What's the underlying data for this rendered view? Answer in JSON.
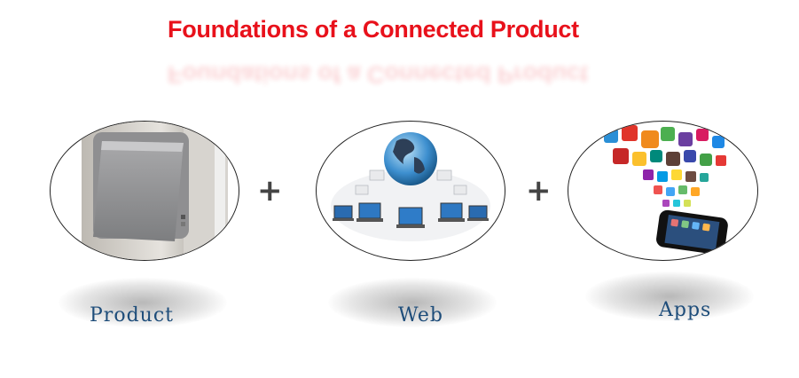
{
  "title": "Foundations of a Connected Product",
  "title_color": "#e8111b",
  "operator": "+",
  "items": [
    {
      "label": "Product",
      "icon": "pet-door-icon"
    },
    {
      "label": "Web",
      "icon": "globe-network-icon"
    },
    {
      "label": "Apps",
      "icon": "smartphone-apps-icon"
    }
  ],
  "label_color": "#1e4d7a"
}
